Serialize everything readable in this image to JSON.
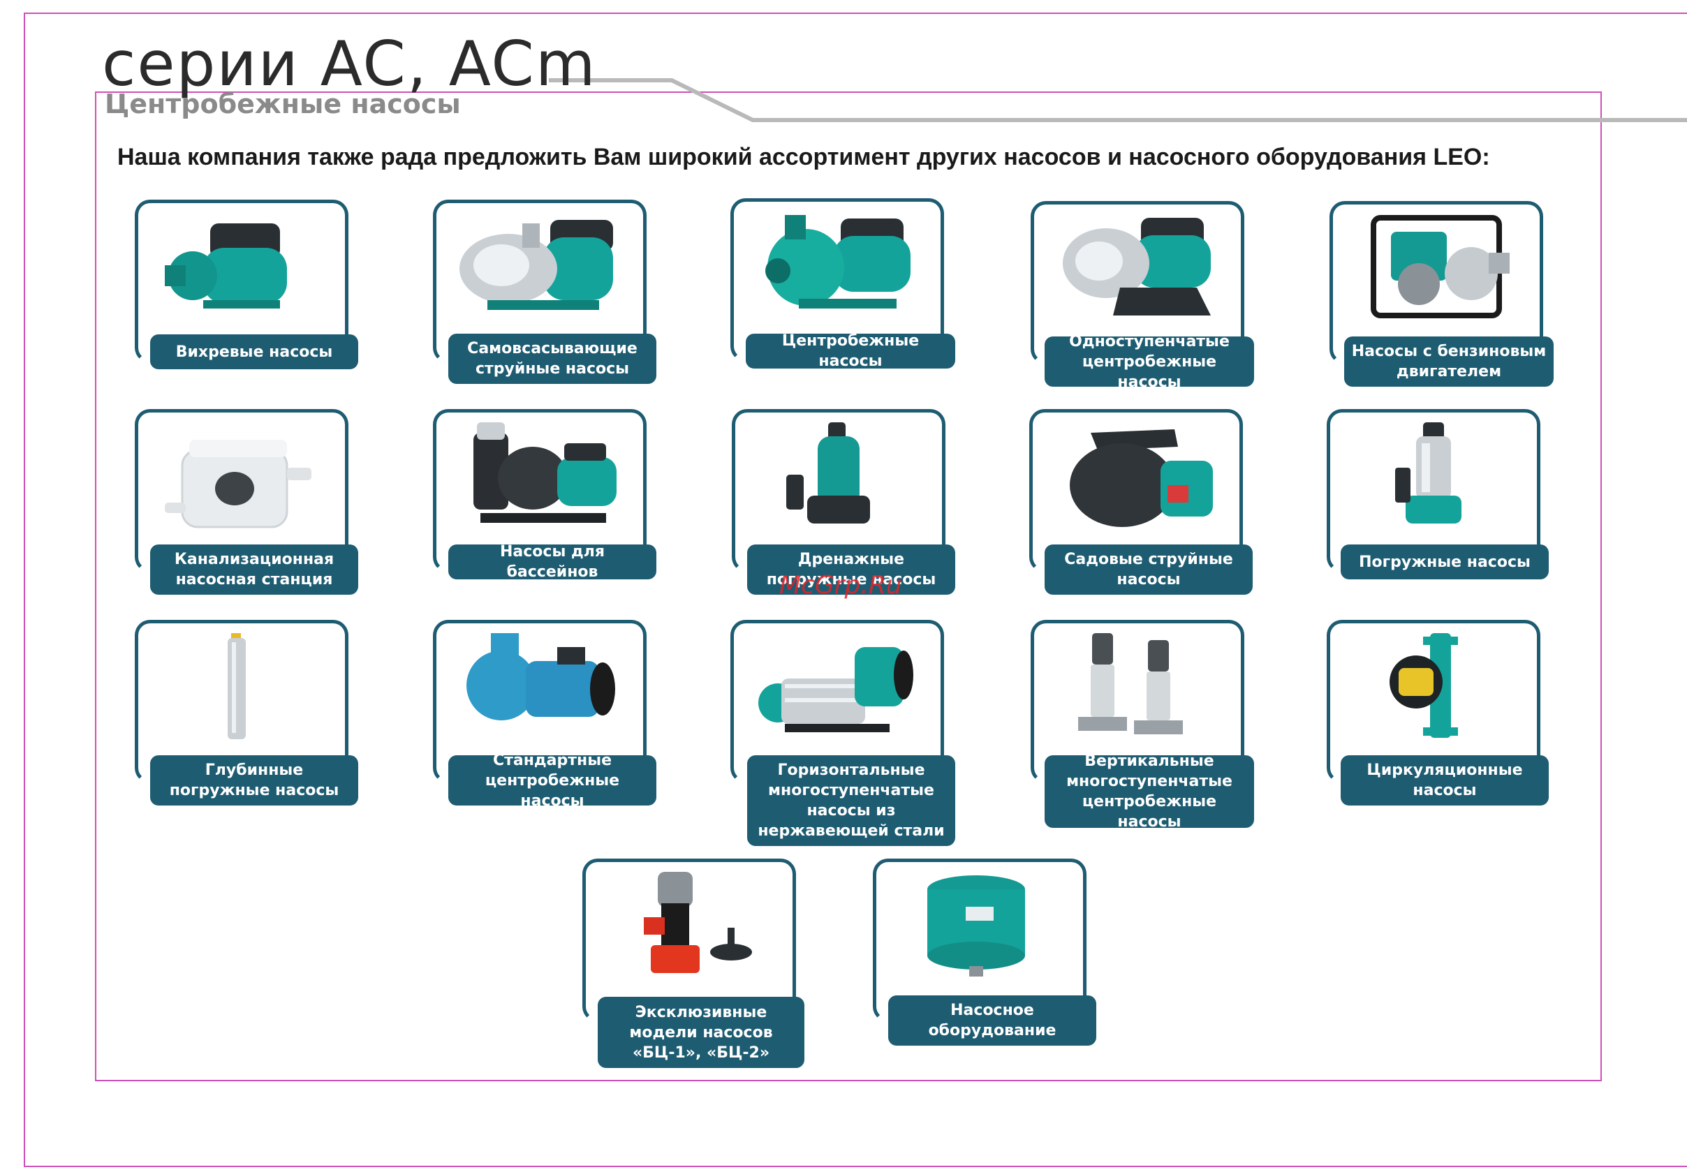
{
  "header": {
    "title": "серии  AC, ACm",
    "subtitle": "Центробежные насосы"
  },
  "intro": "Наша компания также рада предложить Вам широкий ассортимент других насосов и насосного оборудования LEO:",
  "watermark": "McGrp.Ru",
  "colors": {
    "label_bg": "#1e5c72",
    "frame": "#1e5c72",
    "border": "#d04fb8",
    "pump_teal": "#14a39a"
  },
  "products": [
    {
      "label": "Вихревые насосы",
      "icon": "vortex-pump-icon"
    },
    {
      "label": "Самовсасывающие\nструйные насосы",
      "icon": "self-priming-jet-pump-icon"
    },
    {
      "label": "Центробежные насосы",
      "icon": "centrifugal-pump-icon"
    },
    {
      "label": "Одноступенчатые\nцентробежные насосы",
      "icon": "single-stage-pump-icon"
    },
    {
      "label": "Насосы с бензиновым\nдвигателем",
      "icon": "gasoline-pump-icon"
    },
    {
      "label": "Канализационная\nнасосная станция",
      "icon": "sewage-station-icon"
    },
    {
      "label": "Насосы для бассейнов",
      "icon": "pool-pump-icon"
    },
    {
      "label": "Дренажные\nпогружные насосы",
      "icon": "drainage-pump-icon"
    },
    {
      "label": "Садовые струйные\nнасосы",
      "icon": "garden-jet-pump-icon"
    },
    {
      "label": "Погружные насосы",
      "icon": "submersible-pump-icon"
    },
    {
      "label": "Глубинные\nпогружные насосы",
      "icon": "deep-well-pump-icon"
    },
    {
      "label": "Стандартные\nцентробежные насосы",
      "icon": "standard-centrifugal-pump-icon"
    },
    {
      "label": "Горизонтальные\nмногоступенчатые\nнасосы из\nнержавеющей стали",
      "icon": "horizontal-multistage-pump-icon"
    },
    {
      "label": "Вертикальные\nмногоступенчатые\nцентробежные насосы",
      "icon": "vertical-multistage-pump-icon"
    },
    {
      "label": "Циркуляционные\nнасосы",
      "icon": "circulation-pump-icon"
    },
    {
      "label": "Эксклюзивные\nмодели насосов\n«БЦ-1», «БЦ-2»",
      "icon": "bc-pump-icon"
    },
    {
      "label": "Насосное\nоборудование",
      "icon": "pressure-tank-icon"
    }
  ]
}
